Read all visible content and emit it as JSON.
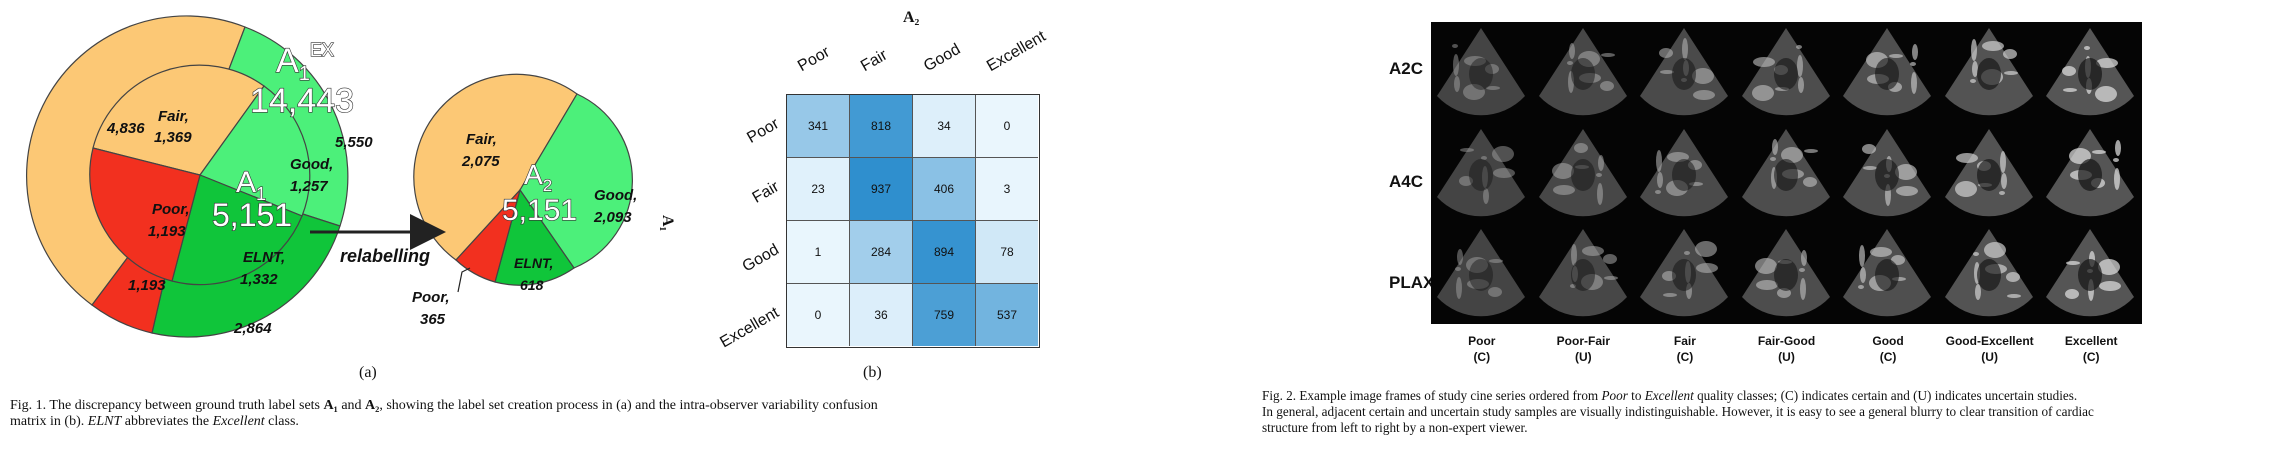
{
  "figure1": {
    "outer_circle": {
      "title_main": "A",
      "title_sub": "1",
      "title_sup": "EX",
      "total": "14,443",
      "left_count": "4,836",
      "right_count": "5,550",
      "bottom_left_count": "1,193",
      "bottom_count": "2,864"
    },
    "inner_circle": {
      "title_main": "A",
      "title_sub": "1",
      "total": "5,151",
      "fair_label": "Fair,",
      "fair_count": "1,369",
      "good_label": "Good,",
      "good_count": "1,257",
      "poor_label": "Poor,",
      "poor_count": "1,193",
      "elnt_label": "ELNT,",
      "elnt_count": "1,332"
    },
    "arrow_label": "relabelling",
    "right_circle": {
      "title_main": "A",
      "title_sub": "2",
      "total": "5,151",
      "fair_label": "Fair,",
      "fair_count": "2,075",
      "good_label": "Good,",
      "good_count": "2,093",
      "elnt_label": "ELNT,",
      "elnt_count": "618",
      "poor_label": "Poor,",
      "poor_count": "365"
    },
    "colors": {
      "fair": "#fcc875",
      "good": "#4cf07a",
      "poor": "#f2301f",
      "elnt": "#10c53a",
      "arrow": "#222222"
    },
    "sub_a": "(a)",
    "sub_b": "(b)",
    "caption": {
      "p1": "Fig. 1.  The discrepancy between ground truth label sets ",
      "a1": "A₁",
      "p2": " and ",
      "a2": "A₂",
      "p3": ", showing the label set creation process in (a) and the intra-observer variability confusion",
      "p4": "matrix in (b). ",
      "elnt": "ELNT",
      "p5": " abbreviates the ",
      "excellent": "Excellent",
      "p6": " class."
    }
  },
  "chart_data": {
    "type": "heatmap",
    "title": "A₂",
    "ylabel": "A₁",
    "columns": [
      "Poor",
      "Fair",
      "Good",
      "Excellent"
    ],
    "rows": [
      "Poor",
      "Fair",
      "Good",
      "Excellent"
    ],
    "values": [
      [
        341,
        818,
        34,
        0
      ],
      [
        23,
        937,
        406,
        3
      ],
      [
        1,
        284,
        894,
        78
      ],
      [
        0,
        36,
        759,
        537
      ]
    ],
    "colormap": [
      "#eaf6fd",
      "#2f8fce"
    ]
  },
  "figure2": {
    "rows": [
      "A2C",
      "A4C",
      "PLAX"
    ],
    "columns": [
      {
        "name": "Poor",
        "tag": "(C)"
      },
      {
        "name": "Poor-Fair",
        "tag": "(U)"
      },
      {
        "name": "Fair",
        "tag": "(C)"
      },
      {
        "name": "Fair-Good",
        "tag": "(U)"
      },
      {
        "name": "Good",
        "tag": "(C)"
      },
      {
        "name": "Good-Excellent",
        "tag": "(U)"
      },
      {
        "name": "Excellent",
        "tag": "(C)"
      }
    ],
    "caption": {
      "p1": "Fig. 2.  Example image frames of study cine series ordered from ",
      "poor": "Poor",
      "p2": " to ",
      "excellent": "Excellent",
      "p3": " quality classes; (C) indicates certain and (U) indicates uncertain studies.",
      "line2": "In general, adjacent certain and uncertain study samples are visually indistinguishable. However, it is easy to see a general blurry to clear transition of cardiac",
      "line3": "structure from left to right by a non-expert viewer."
    }
  }
}
